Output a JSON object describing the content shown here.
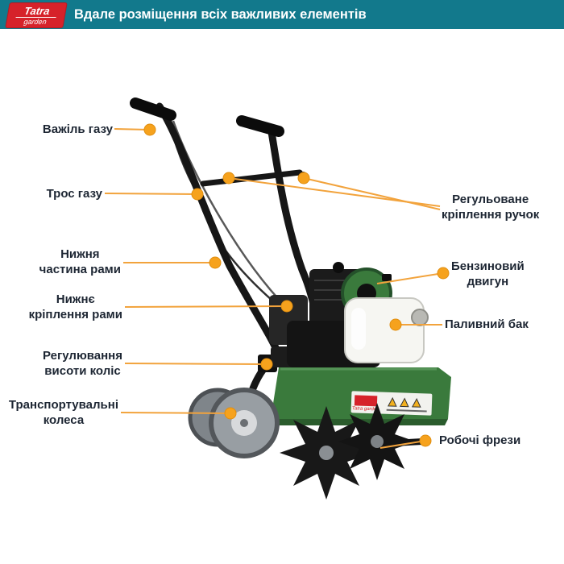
{
  "header": {
    "logo": {
      "line1": "Tatra",
      "line2": "garden"
    },
    "title": "Вдале розміщення всіх важливих елементів"
  },
  "callouts": {
    "left": [
      {
        "label": "Важіль газу"
      },
      {
        "label": "Трос газу"
      },
      {
        "label": "Нижня\nчастина рами"
      },
      {
        "label": "Нижнє\nкріплення рами"
      },
      {
        "label": "Регулювання\nвисоти коліс"
      },
      {
        "label": "Транспортувальні\nколеса"
      }
    ],
    "right": [
      {
        "label": "Регульоване\nкріплення ручок"
      },
      {
        "label": "Бензиновий\nдвигун"
      },
      {
        "label": "Паливний бак"
      },
      {
        "label": "Робочі фрези"
      }
    ]
  },
  "machine": {
    "sticker_brand": "Tatra garden"
  },
  "colors": {
    "header_bg": "#12798c",
    "logo_red": "#d6222a",
    "accent_dot": "#f6a21d",
    "label_text": "#1d2633",
    "machine_green": "#3a7a3c",
    "tank_white": "#f6f6f2"
  }
}
